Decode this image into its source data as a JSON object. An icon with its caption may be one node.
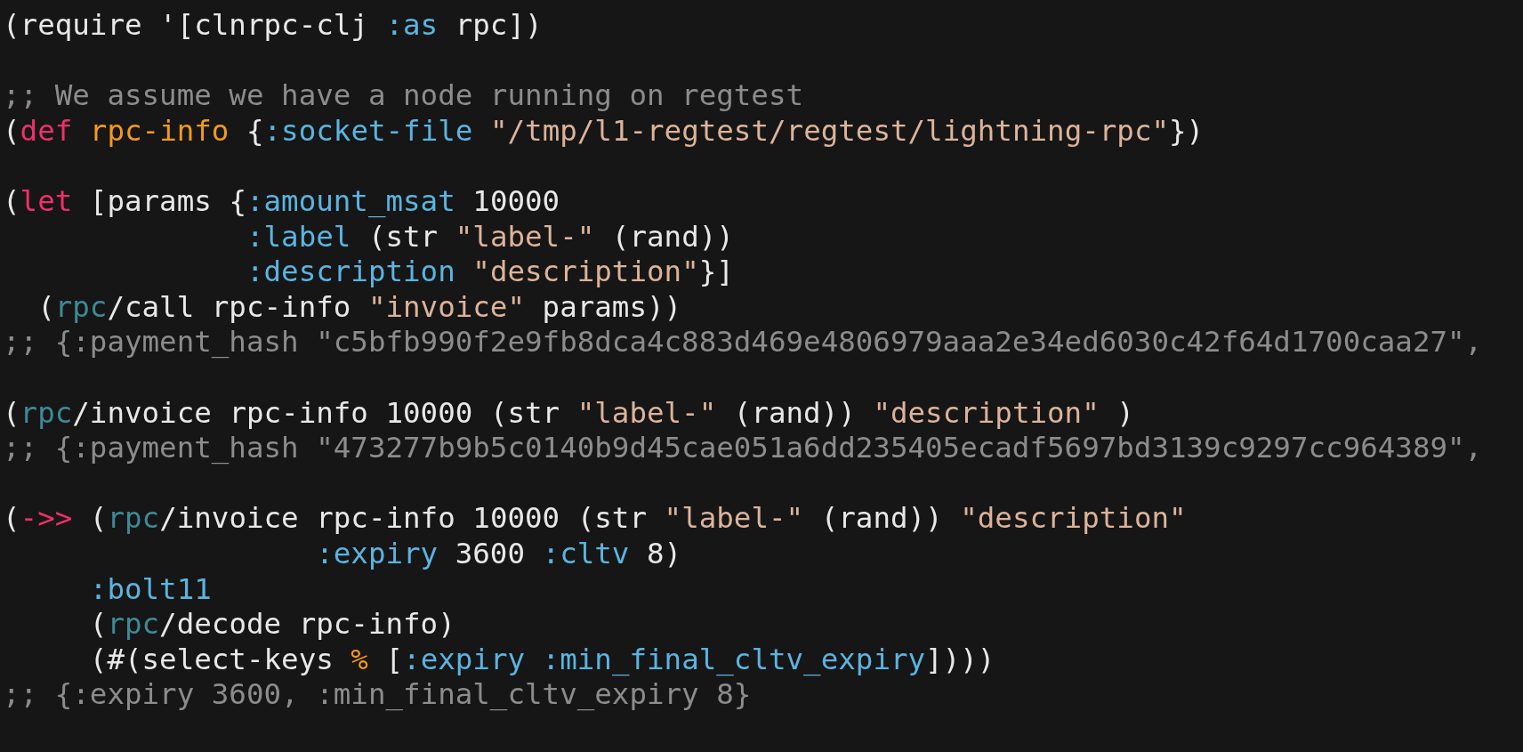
{
  "diagram": {
    "labels": [
      "(require '[clnrpc-clj :as rpc])",
      ";; We assume we have a node running on regtest",
      "(def rpc-info {:socket-file \"/tmp/l1-regtest/regtest/lightning-rpc\"})",
      "(let [params {:amount_msat 10000",
      "              :label (str \"label-\" (rand))",
      "              :description \"description\"}]",
      "  (rpc/call rpc-info \"invoice\" params))",
      ";; {:payment_hash \"c5bfb990f2e9fb8dca4c883d469e4806979aaa2e34ed6030c42f64d1700caa27\",",
      "(rpc/invoice rpc-info 10000 (str \"label-\" (rand)) \"description\" )",
      ";; {:payment_hash \"473277b9b5c0140b9d45cae051a6dd235405ecadf5697bd3139c9297cc964389\",",
      "(->> (rpc/invoice rpc-info 10000 (str \"label-\" (rand)) \"description\"",
      "                  :expiry 3600 :cltv 8)",
      "     :bolt11",
      "     (rpc/decode rpc-info)",
      "     (#(select-keys % [:expiry :min_final_cltv_expiry])))",
      ";; {:expiry 3600, :min_final_cltv_expiry 8}"
    ]
  }
}
